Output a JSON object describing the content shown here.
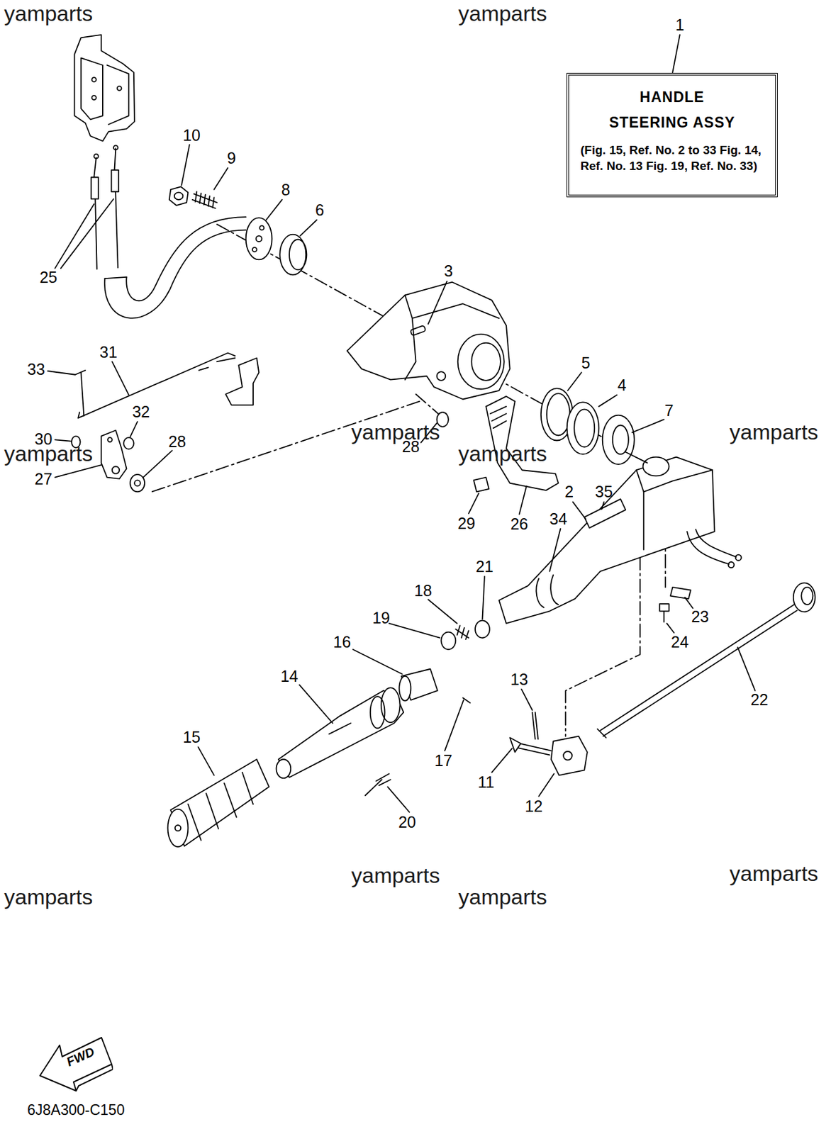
{
  "diagram": {
    "nodes": [
      {
        "text": [
          "HANDLE STEERING ASSY",
          "(Fig. 15, Ref. No. 2 to 33 Fig. 14, Ref. No. 13 Fig. 19, Ref. No. 33)"
        ]
      },
      {
        "text": [
          "FWD"
        ]
      }
    ],
    "labels": [
      "1",
      "10",
      "9",
      "8",
      "6",
      "25",
      "3",
      "33",
      "31",
      "32",
      "30",
      "28",
      "27",
      "5",
      "4",
      "7",
      "28",
      "26",
      "29",
      "2",
      "35",
      "34",
      "21",
      "18",
      "19",
      "16",
      "14",
      "15",
      "13",
      "17",
      "11",
      "12",
      "20",
      "23",
      "24",
      "22",
      "yamparts",
      "yamparts",
      "yamparts",
      "yamparts",
      "yamparts",
      "yamparts",
      "yamparts",
      "yamparts",
      "yamparts",
      "yamparts",
      "6J8A300-C150"
    ]
  }
}
